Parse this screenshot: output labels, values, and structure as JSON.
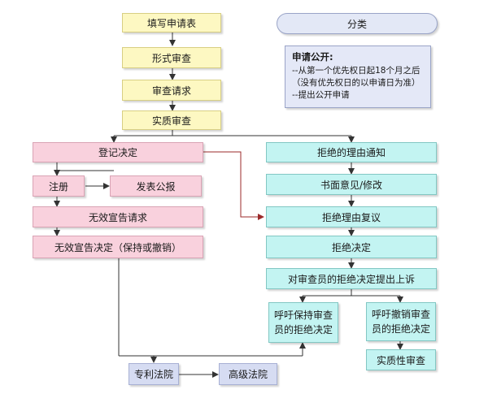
{
  "steps": {
    "fill": "填写申请表",
    "formal": "形式审查",
    "request": "审查请求",
    "substantive": "实质审查",
    "registration": "登记决定",
    "register": "注册",
    "publish": "发表公报",
    "invalid_request": "无效宣告请求",
    "invalid_decision": "无效宣告决定（保持或撤销）",
    "patent_court": "专利法院",
    "high_court": "高级法院",
    "rejection_notice": "拒绝的理由通知",
    "written_opinion": "书面意见/修改",
    "rejection_review": "拒绝理由复议",
    "rejection_decision": "拒绝决定",
    "appeal": "对审查员的拒绝决定提出上诉",
    "keep_line1": "呼吁保持审查",
    "keep_line2": "员的拒绝决定",
    "revoke_line1": "呼吁撤销审查",
    "revoke_line2": "员的拒绝决定",
    "substantive_review": "实质性审查"
  },
  "classify": {
    "label": "分类",
    "title": "申请公开:",
    "lines": [
      "--从第一个优先权日起18个月之后",
      "（没有优先权日的以申请日为准）",
      "--提出公开申请"
    ]
  },
  "colors": {
    "yellow": "#fdf8c2",
    "pink": "#f9d1dd",
    "cyan": "#c3f4f2",
    "lavender": "#d6dcf2",
    "connector_red": "#9b2a2a"
  }
}
